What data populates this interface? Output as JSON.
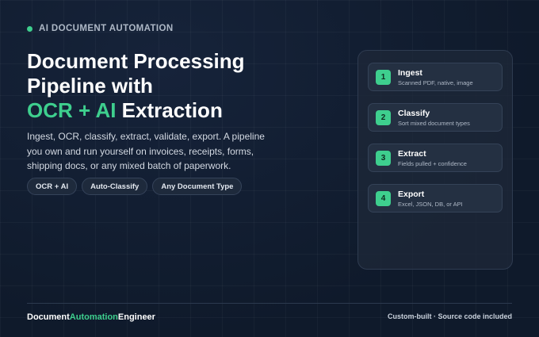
{
  "eyebrow": {
    "label": "AI DOCUMENT AUTOMATION"
  },
  "headline": {
    "line1": "Document Processing",
    "line2": "Pipeline with",
    "accent": "OCR + AI",
    "line3_rest": " Extraction"
  },
  "description": "Ingest, OCR, classify, extract, validate, export. A pipeline you own and run yourself on invoices, receipts, forms, shipping docs, or any mixed batch of paperwork.",
  "tags": [
    "OCR + AI",
    "Auto-Classify",
    "Any Document Type"
  ],
  "steps": [
    {
      "num": "1",
      "name": "Ingest",
      "sub": "Scanned PDF, native, image"
    },
    {
      "num": "2",
      "name": "Classify",
      "sub": "Sort mixed document types"
    },
    {
      "num": "3",
      "name": "Extract",
      "sub": "Fields pulled + confidence"
    },
    {
      "num": "4",
      "name": "Export",
      "sub": "Excel, JSON, DB, or API"
    }
  ],
  "footer": {
    "brand_a": "Document",
    "brand_b": "Automation",
    "brand_c": "Engineer",
    "note": "Custom-built · Source code included"
  },
  "colors": {
    "accent": "#3ecf8e",
    "background": "#0f1a2b"
  }
}
